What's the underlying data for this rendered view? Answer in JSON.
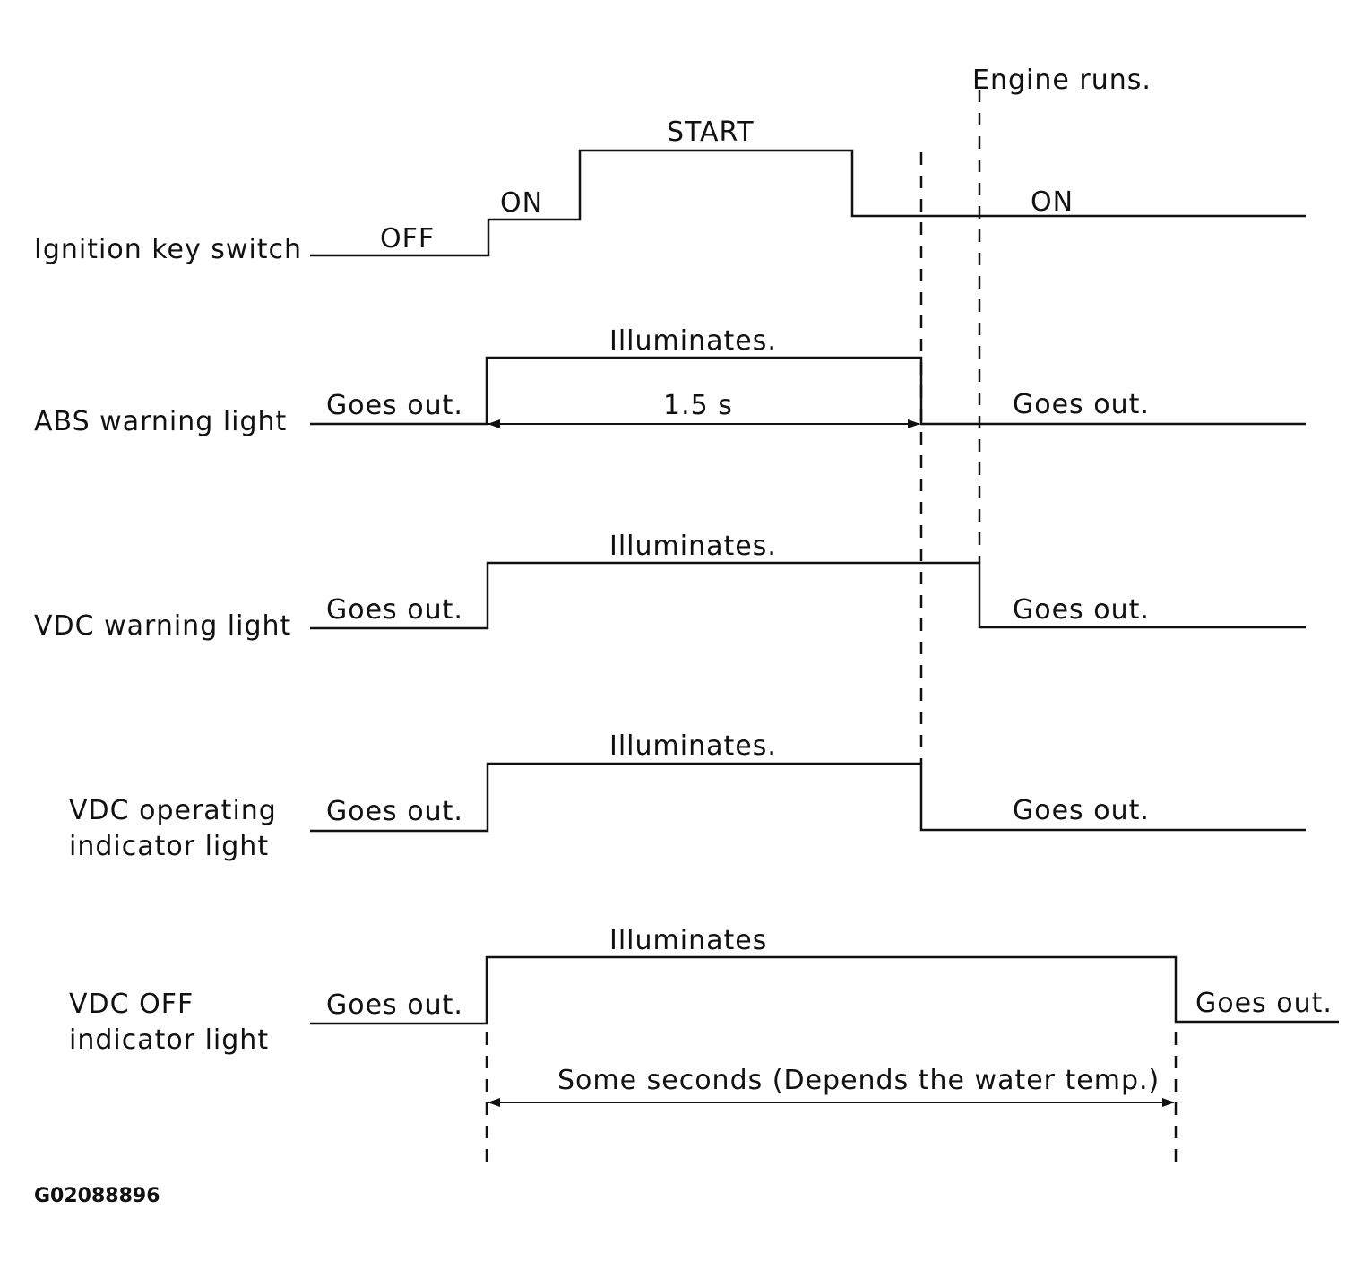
{
  "signals": [
    {
      "name": "Ignition key switch",
      "states": [
        "OFF",
        "ON",
        "START",
        "ON"
      ]
    },
    {
      "name": "ABS warning light",
      "states": [
        "Goes out.",
        "Illuminates.",
        "Goes out."
      ],
      "duration_label": "1.5 s"
    },
    {
      "name": "VDC warning light",
      "states": [
        "Goes out.",
        "Illuminates.",
        "Goes out."
      ]
    },
    {
      "name_lines": [
        "VDC operating",
        "indicator light"
      ],
      "states": [
        "Goes out.",
        "Illuminates.",
        "Goes out."
      ]
    },
    {
      "name_lines": [
        "VDC OFF",
        "indicator light"
      ],
      "states": [
        "Goes out.",
        "Illuminates",
        "Goes out."
      ],
      "duration_label": "Some seconds (Depends the water temp.)"
    }
  ],
  "events": {
    "engine_runs": "Engine runs."
  },
  "figure_id": "G02088896"
}
